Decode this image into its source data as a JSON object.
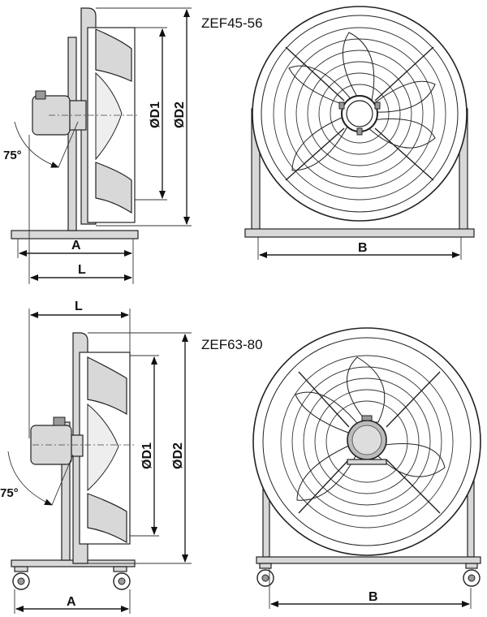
{
  "models": {
    "top": "ZEF45-56",
    "bottom": "ZEF63-80"
  },
  "dimensions": {
    "a": "A",
    "b": "B",
    "l": "L",
    "d1": "ØD1",
    "d2": "ØD2"
  },
  "angle": "75°"
}
